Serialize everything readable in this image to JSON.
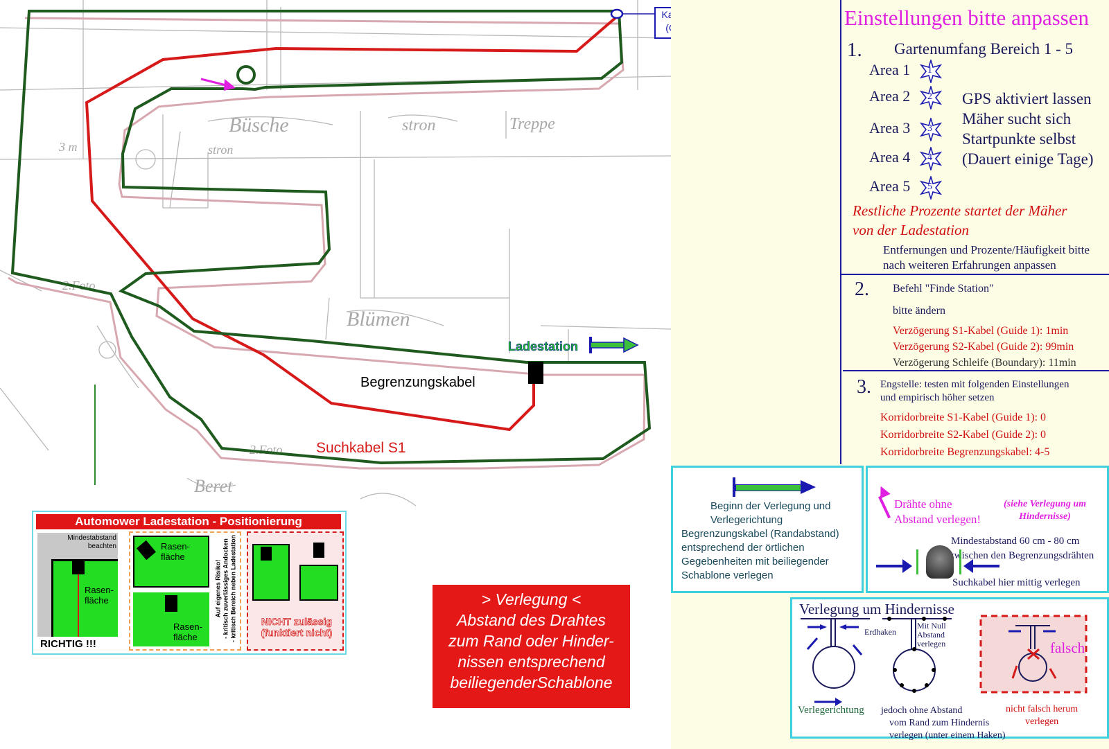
{
  "plan": {
    "callout_line1": "Kabel verbinden",
    "callout_line2": "(Gelverbinder)",
    "label_ladestation": "Ladestation",
    "label_begrenzung": "Begrenzungskabel",
    "label_suchkabel": "Suchkabel S1",
    "colors": {
      "boundary": "#1f5a1f",
      "guide": "#d61a1a",
      "accent_magenta": "#e020e0"
    }
  },
  "positionierung": {
    "title": "Automower Ladestation - Positionierung",
    "mindestabstand_1": "Mindestabstand",
    "mindestabstand_2": "beachten",
    "rasen_1": "Rasen-",
    "rasen_2": "fläche",
    "richtig": "RICHTIG !!!",
    "risk_line1": "Auf eigenes Risiko!",
    "risk_line2": "- kritisch zuverlässiges Andocken",
    "risk_line3": "- kritisch Bereich neben Ladestation",
    "nicht_1": "NICHT zulässig",
    "nicht_2": "(funktiert nicht)"
  },
  "verlegung_box": {
    "line1": "> Verlegung <",
    "line2": "Abstand des Drahtes",
    "line3": "zum Rand oder Hinder-",
    "line4": "nissen entsprechend",
    "line5": "beiliegenderSchablone"
  },
  "settings": {
    "title": "Einstellungen bitte anpassen",
    "s1_num": "1.",
    "s1_title": "Gartenumfang Bereich 1 - 5",
    "areas": [
      {
        "label": "Area 1",
        "num": "1"
      },
      {
        "label": "Area 2",
        "num": "2"
      },
      {
        "label": "Area 3",
        "num": "3"
      },
      {
        "label": "Area 4",
        "num": "4"
      },
      {
        "label": "Area 5",
        "num": "5"
      }
    ],
    "gps_1": "GPS aktiviert lassen",
    "gps_2": "Mäher sucht sich",
    "gps_3": "Startpunkte selbst",
    "gps_4": "(Dauert einige Tage)",
    "rest_1": "Restliche Prozente  startet der Mäher",
    "rest_2": "von der Ladestation",
    "entf_1": "Entfernungen und Prozente/Häufigkeit bitte",
    "entf_2": "nach weiteren Erfahrungen anpassen",
    "s2_num": "2.",
    "s2_title": "Befehl \"Finde Station\"",
    "s2_sub": "bitte ändern",
    "s2_items": [
      "Verzögerung S1-Kabel (Guide 1): 1min",
      "Verzögerung S2-Kabel (Guide 2): 99min",
      "Verzögerung Schleife (Boundary): 11min"
    ],
    "s3_num": "3.",
    "s3_title_1": "Engstelle: testen mit folgenden Einstellungen",
    "s3_title_2": "und empirisch höher setzen",
    "s3_items": [
      "Korridorbreite S1-Kabel (Guide 1): 0",
      "Korridorbreite S2-Kabel (Guide 2): 0",
      "Korridorbreite Begrenzungskabel: 4-5"
    ]
  },
  "beginn_box": {
    "line1": "Beginn der Verlegung und",
    "line2": "Verlegerichtung",
    "line3": "Begrenzungskabel (Randabstand)",
    "line4": "entsprechend der örtlichen",
    "line5": "Gegebenheiten mit beiliegender",
    "line6": "Schablone verlegen"
  },
  "draehte_box": {
    "line1": "Drähte ohne",
    "line2": "Abstand verlegen!",
    "note_1": "(siehe Verlegung um",
    "note_2": "Hindernisse)",
    "min_1": "Mindestabstand 60 cm - 80 cm",
    "min_2": "zwischen den Begrenzungsdrähten",
    "mittig": "Suchkabel hier mittig verlegen"
  },
  "hindernisse": {
    "title": "Verlegung um Hindernisse",
    "erdhaken": "Erdhaken",
    "mitnull_1": "Mit Null",
    "mitnull_2": "Abstand",
    "mitnull_3": "verlegen",
    "verlegerichtung": "Verlegerichtung",
    "jedoch_1": "jedoch ohne Abstand",
    "jedoch_2": "vom Rand zum Hindernis",
    "jedoch_3": "verlegen (unter einem Haken)",
    "falsch": "falsch",
    "nichtfalsch_1": "nicht falsch herum",
    "nichtfalsch_2": "verlegen"
  }
}
